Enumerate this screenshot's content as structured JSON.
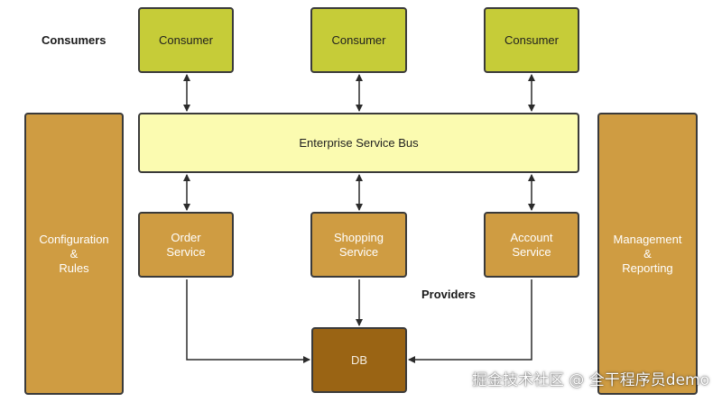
{
  "labels": {
    "consumers": "Consumers",
    "providers": "Providers"
  },
  "consumers": [
    "Consumer",
    "Consumer",
    "Consumer"
  ],
  "esb": "Enterprise Service Bus",
  "left_panel": [
    "Configuration",
    "&",
    "Rules"
  ],
  "right_panel": [
    "Management",
    "&",
    "Reporting"
  ],
  "services": [
    [
      "Order",
      "Service"
    ],
    [
      "Shopping",
      "Service"
    ],
    [
      "Account",
      "Service"
    ]
  ],
  "db": "DB",
  "watermark": "掘金技术社区 @ 全干程序员demo",
  "colors": {
    "consumer": "#c6cc38",
    "esb": "#fbfbb0",
    "panel": "#cf9c42",
    "service": "#cf9c42",
    "db": "#9a6414"
  }
}
